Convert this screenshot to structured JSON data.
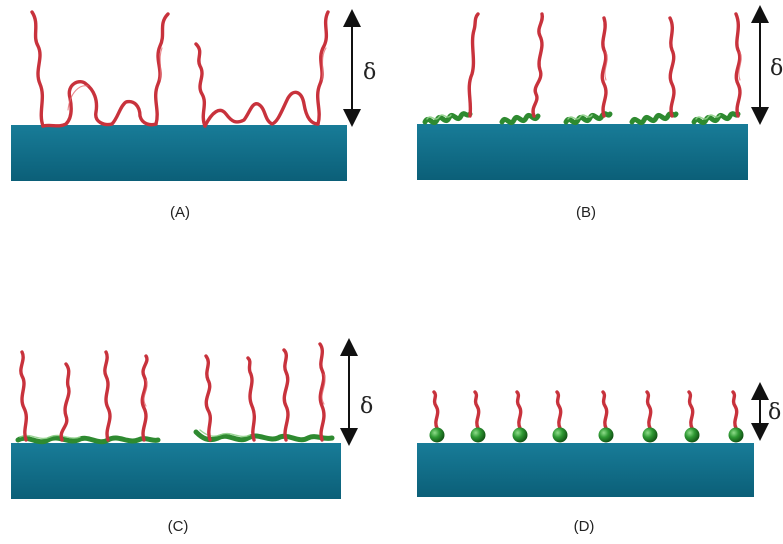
{
  "symbols": {
    "thickness": "δ"
  },
  "panels": [
    {
      "label": "(A)",
      "type": "loops-and-tails"
    },
    {
      "label": "(B)",
      "type": "adsorbed-anchor-block"
    },
    {
      "label": "(C)",
      "type": "multi-anchor-backbone"
    },
    {
      "label": "(D)",
      "type": "end-grafted-anchor-groups"
    }
  ],
  "colors": {
    "substrate": "#0e6a84",
    "polymer_chain": "#c8323c",
    "anchor": "#2e8a30",
    "arrow": "#111111"
  }
}
